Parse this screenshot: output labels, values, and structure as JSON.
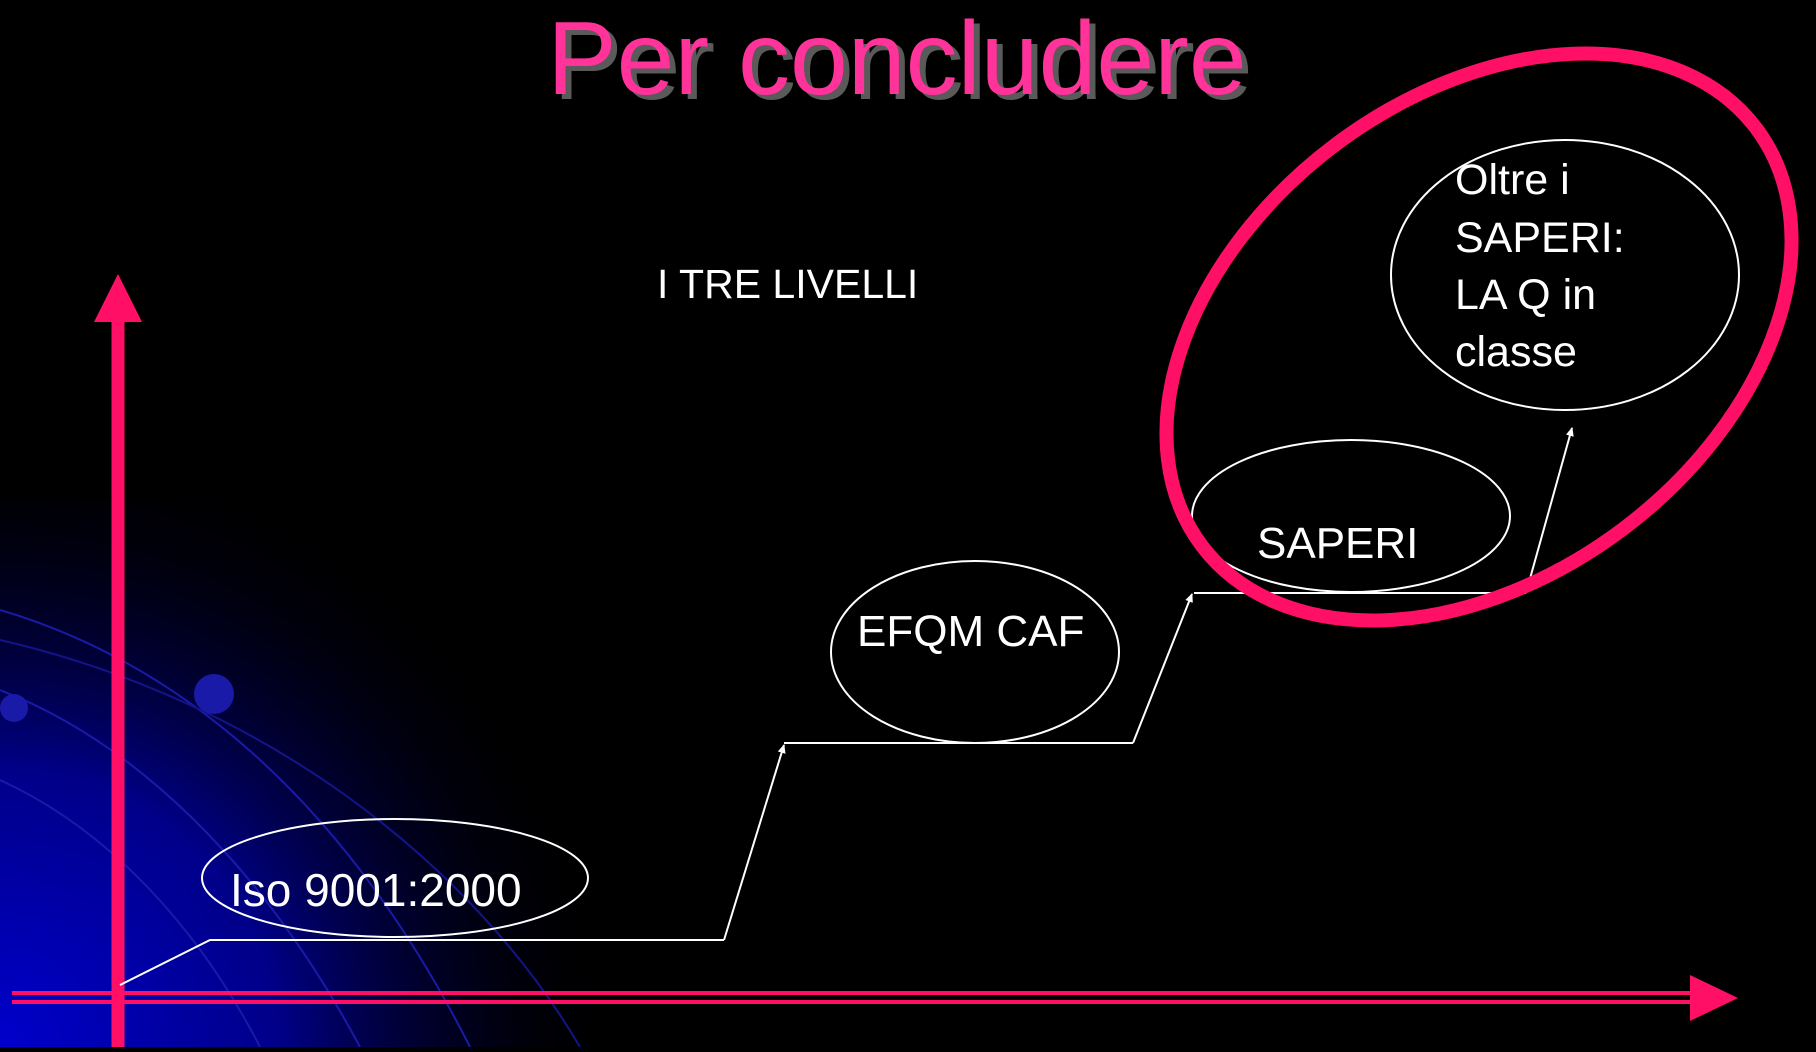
{
  "slide": {
    "title": "Per concludere",
    "subtitle": "I TRE LIVELLI"
  },
  "levels": [
    {
      "id": "iso",
      "label": "Iso 9001:2000"
    },
    {
      "id": "efqm",
      "label": "EFQM CAF"
    },
    {
      "id": "saperi",
      "label": "SAPERI"
    },
    {
      "id": "oltre",
      "lines": [
        "Oltre i",
        "SAPERI:",
        "LA Q in",
        "classe"
      ]
    }
  ],
  "colors": {
    "background": "#000000",
    "accent": "#ff1066",
    "title_fill": "#ff3399",
    "line": "#ffffff",
    "decor_blue": "#1a1aa8"
  }
}
